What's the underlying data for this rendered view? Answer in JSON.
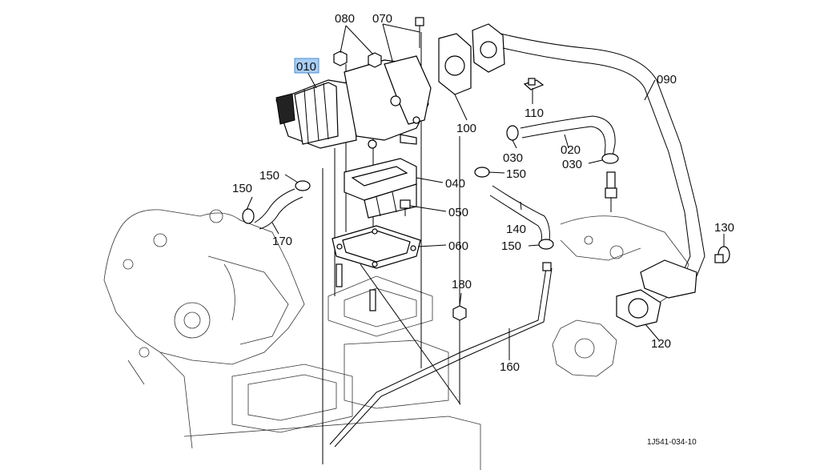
{
  "callouts": {
    "p010": "010",
    "p020": "020",
    "p030a": "030",
    "p030b": "030",
    "p040": "040",
    "p050": "050",
    "p060": "060",
    "p070": "070",
    "p080": "080",
    "p090": "090",
    "p100": "100",
    "p110": "110",
    "p120": "120",
    "p130": "130",
    "p140": "140",
    "p150a": "150",
    "p150b": "150",
    "p150c": "150",
    "p150d": "150",
    "p160": "160",
    "p170": "170",
    "p180": "180"
  },
  "selected_part": "010",
  "highlight_color": "#a9cdf2",
  "drawing_ref": "1J541-034-10"
}
